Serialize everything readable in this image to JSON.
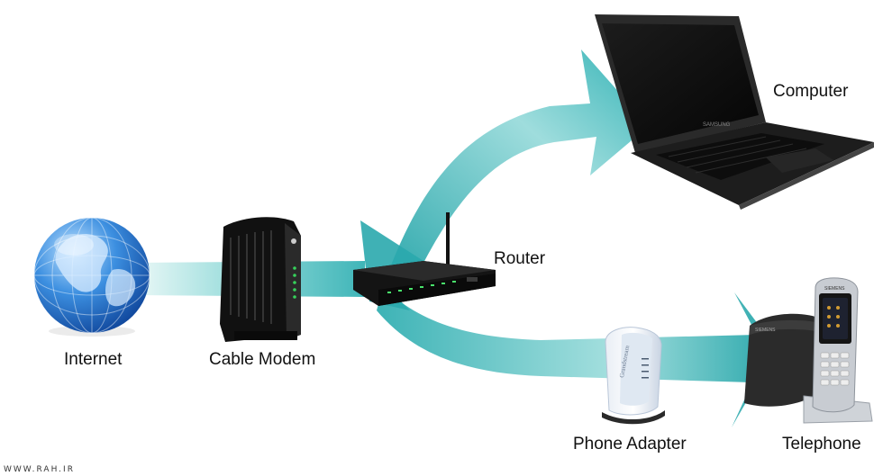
{
  "diagram": {
    "nodes": {
      "internet": {
        "label": "Internet",
        "icon": "globe-icon"
      },
      "cable_modem": {
        "label": "Cable Modem",
        "icon": "cable-modem-icon"
      },
      "router": {
        "label": "Router",
        "icon": "router-icon"
      },
      "computer": {
        "label": "Computer",
        "icon": "laptop-icon"
      },
      "phone_adapter": {
        "label": "Phone Adapter",
        "icon": "phone-adapter-icon",
        "brand_text": "Grandstream"
      },
      "telephone": {
        "label": "Telephone",
        "icon": "cordless-phone-icon",
        "brand_text": "SIEMENS"
      }
    },
    "laptop_brand_text": "SAMSUNG",
    "connections": [
      {
        "from": "internet",
        "to": "cable_modem"
      },
      {
        "from": "cable_modem",
        "to": "router"
      },
      {
        "from": "router",
        "to": "computer"
      },
      {
        "from": "router",
        "to": "phone_adapter"
      },
      {
        "from": "phone_adapter",
        "to": "telephone"
      }
    ],
    "colors": {
      "arrow_light": "#dff5f4",
      "arrow_mid": "#7fd3d2",
      "arrow_dark": "#28a9ad"
    }
  },
  "watermark": "WWW.RAH.IR"
}
